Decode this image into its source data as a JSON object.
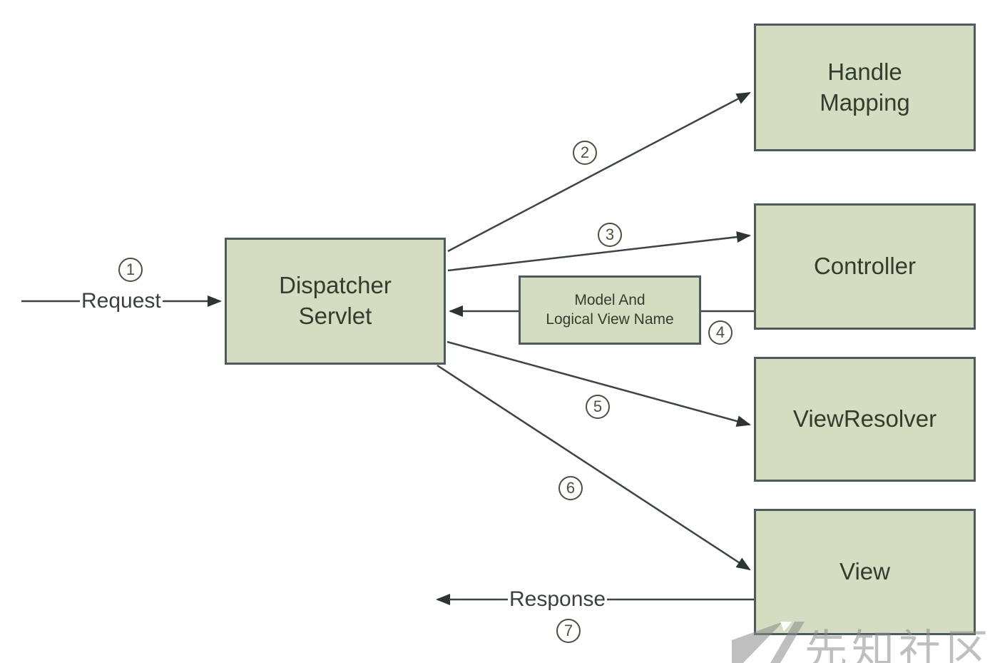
{
  "nodes": {
    "dispatcher_servlet": {
      "label": "Dispatcher\nServlet"
    },
    "handle_mapping": {
      "label": "Handle\nMapping"
    },
    "controller": {
      "label": "Controller"
    },
    "model_and_view": {
      "label": "Model And\nLogical View Name"
    },
    "view_resolver": {
      "label": "ViewResolver"
    },
    "view": {
      "label": "View"
    }
  },
  "edges": {
    "request": {
      "label": "Request"
    },
    "response": {
      "label": "Response"
    }
  },
  "steps": {
    "s1": "1",
    "s2": "2",
    "s3": "3",
    "s4": "4",
    "s5": "5",
    "s6": "6",
    "s7": "7"
  },
  "watermark": {
    "text": "先知社区"
  },
  "colors": {
    "box_fill": "#d4dcc1",
    "box_border": "#4e5a5e",
    "box_text": "#333d2d",
    "line_color": "#3d4446",
    "arrow_fill": "#2e3436",
    "label_text": "#3a4143",
    "step_color": "#4a5140",
    "bg": "#ffffff"
  }
}
